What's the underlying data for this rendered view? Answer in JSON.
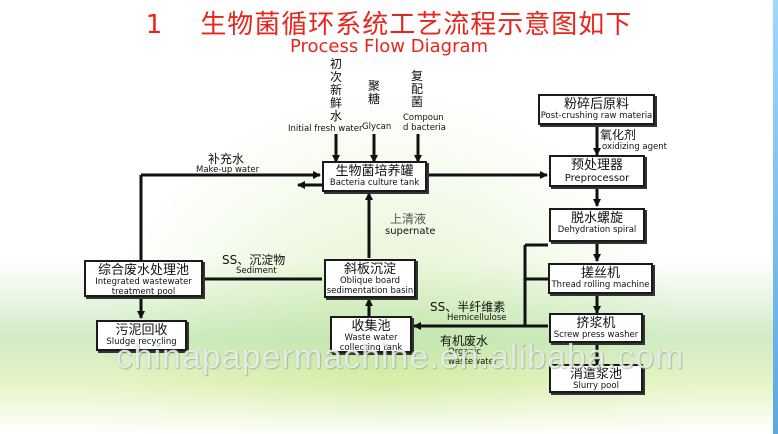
{
  "title": {
    "cn": "1    生物菌循环系统工艺流程示意图如下",
    "en": "Process Flow Diagram"
  },
  "inputs": {
    "fresh_water": {
      "cn": "初\n次\n新\n鲜\n水",
      "en": "Initial fresh water"
    },
    "glycan": {
      "cn": "聚\n糖",
      "en": "Glycan"
    },
    "compound": {
      "cn": "复\n配\n菌",
      "en": "Compoun\nd bacteria"
    }
  },
  "boxes": {
    "culture_tank": {
      "cn": "生物菌培养罐",
      "en": "Bacteria culture tank"
    },
    "raw_material": {
      "cn": "粉碎后原料",
      "en": "Post-crushing raw materia"
    },
    "preprocessor": {
      "cn": "预处理器",
      "en": "Preprocessor"
    },
    "dehydration": {
      "cn": "脱水螺旋",
      "en": "Dehydration spiral"
    },
    "thread_rolling": {
      "cn": "搓丝机",
      "en": "Thread rolling machine"
    },
    "screw_press": {
      "cn": "挤浆机",
      "en": "Screw press washer"
    },
    "slurry_pool": {
      "cn": "消遣浆池",
      "en": "Slurry pool"
    },
    "oblique_board": {
      "cn": "斜板沉淀",
      "en": "Oblique board\nsedimentation basin"
    },
    "waste_water": {
      "cn": "收集池",
      "en": "Waste water\ncollecting tank"
    },
    "integrated_pool": {
      "cn": "综合废水处理池",
      "en": "Integrated wastewater\ntreatment pool"
    },
    "sludge": {
      "cn": "污泥回收",
      "en": "Sludge recycling"
    }
  },
  "labels": {
    "oxidizing": {
      "cn": "氧化剂",
      "en": "oxidizing agent"
    },
    "makeup": {
      "cn": "补充水",
      "en": "Make-up water"
    },
    "supernate": {
      "cn": "上清液",
      "en": "supernate"
    },
    "sediment": {
      "cn": "SS、沉淀物",
      "en": "Sediment"
    },
    "hemicellulose": {
      "cn": "SS、半纤维素",
      "en": "Hemicellulose"
    },
    "organic": {
      "cn": "有机废水",
      "en": "Organic\nwastewater"
    }
  },
  "watermark": "chinapapermachine.en.alibaba.com",
  "colors": {
    "title": "#e8251c",
    "line": "#111111",
    "box_border": "#1a1a1a"
  }
}
